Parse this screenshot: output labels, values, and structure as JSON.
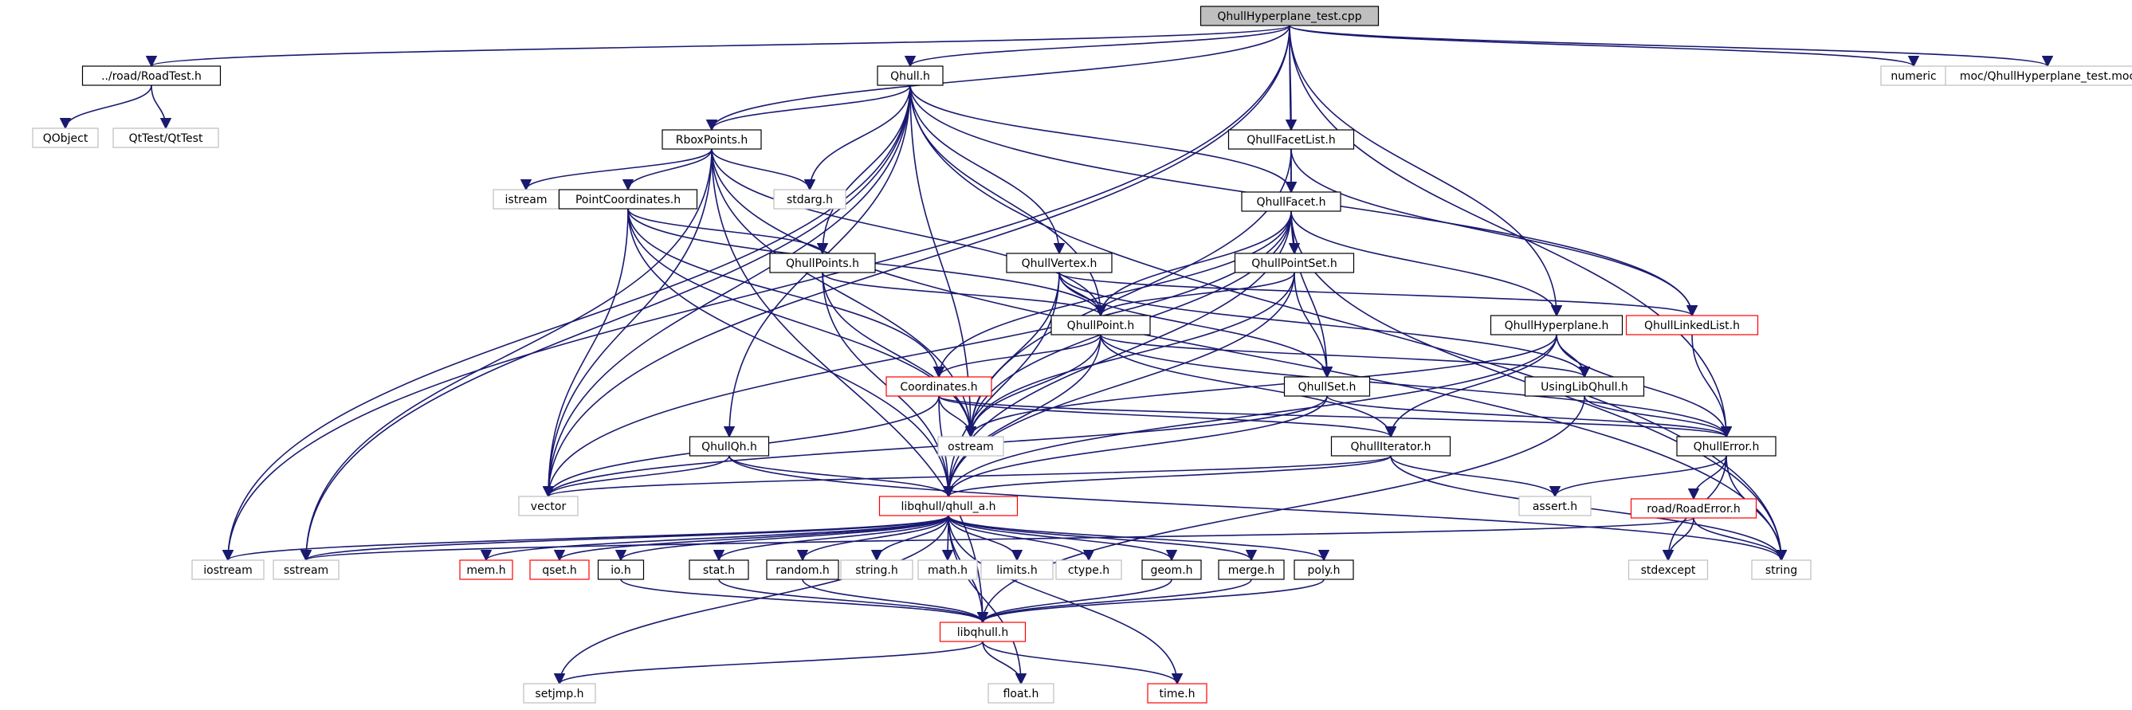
{
  "colors": {
    "background": "#ffffff",
    "edge": "#191970",
    "border_project": "#000000",
    "border_external": "#bfbfbf",
    "border_truncated": "#ff0000",
    "fill_root": "#bfbfbf",
    "fill_default": "#ffffff",
    "text": "#000000"
  },
  "nodes": [
    {
      "id": "root",
      "label": "QhullHyperplane_test.cpp",
      "kind": "root"
    },
    {
      "id": "roadtest",
      "label": "../road/RoadTest.h",
      "kind": "project"
    },
    {
      "id": "qobject",
      "label": "QObject",
      "kind": "external"
    },
    {
      "id": "qttest",
      "label": "QtTest/QtTest",
      "kind": "external"
    },
    {
      "id": "qhull_h",
      "label": "Qhull.h",
      "kind": "project"
    },
    {
      "id": "numeric",
      "label": "numeric",
      "kind": "external"
    },
    {
      "id": "moc",
      "label": "moc/QhullHyperplane_test.moc",
      "kind": "external"
    },
    {
      "id": "rboxpoints",
      "label": "RboxPoints.h",
      "kind": "project"
    },
    {
      "id": "qhullfacetlist",
      "label": "QhullFacetList.h",
      "kind": "project"
    },
    {
      "id": "istream",
      "label": "istream",
      "kind": "external"
    },
    {
      "id": "pointcoords",
      "label": "PointCoordinates.h",
      "kind": "project"
    },
    {
      "id": "stdarg",
      "label": "stdarg.h",
      "kind": "external"
    },
    {
      "id": "qhullfacet",
      "label": "QhullFacet.h",
      "kind": "project"
    },
    {
      "id": "qhullpoints",
      "label": "QhullPoints.h",
      "kind": "project"
    },
    {
      "id": "qhullvertex",
      "label": "QhullVertex.h",
      "kind": "project"
    },
    {
      "id": "qhullpointset",
      "label": "QhullPointSet.h",
      "kind": "project"
    },
    {
      "id": "qhullpoint",
      "label": "QhullPoint.h",
      "kind": "project"
    },
    {
      "id": "qhullhyperplane",
      "label": "QhullHyperplane.h",
      "kind": "project"
    },
    {
      "id": "qhulllinkedlist",
      "label": "QhullLinkedList.h",
      "kind": "truncated"
    },
    {
      "id": "coordinates",
      "label": "Coordinates.h",
      "kind": "truncated"
    },
    {
      "id": "usinglibqhull",
      "label": "UsingLibQhull.h",
      "kind": "project"
    },
    {
      "id": "qhullset",
      "label": "QhullSet.h",
      "kind": "project"
    },
    {
      "id": "qhullqh",
      "label": "QhullQh.h",
      "kind": "project"
    },
    {
      "id": "ostream",
      "label": "ostream",
      "kind": "external"
    },
    {
      "id": "qhulliterator",
      "label": "QhullIterator.h",
      "kind": "project"
    },
    {
      "id": "qhullerror",
      "label": "QhullError.h",
      "kind": "project"
    },
    {
      "id": "vector",
      "label": "vector",
      "kind": "external"
    },
    {
      "id": "qhull_a",
      "label": "libqhull/qhull_a.h",
      "kind": "truncated"
    },
    {
      "id": "asserth",
      "label": "assert.h",
      "kind": "external"
    },
    {
      "id": "roaderror",
      "label": "road/RoadError.h",
      "kind": "truncated"
    },
    {
      "id": "iostream",
      "label": "iostream",
      "kind": "external"
    },
    {
      "id": "sstream",
      "label": "sstream",
      "kind": "external"
    },
    {
      "id": "memh",
      "label": "mem.h",
      "kind": "truncated"
    },
    {
      "id": "qseth",
      "label": "qset.h",
      "kind": "truncated"
    },
    {
      "id": "ioh",
      "label": "io.h",
      "kind": "project"
    },
    {
      "id": "stath",
      "label": "stat.h",
      "kind": "project"
    },
    {
      "id": "randomh",
      "label": "random.h",
      "kind": "project"
    },
    {
      "id": "stringh",
      "label": "string.h",
      "kind": "external"
    },
    {
      "id": "mathh",
      "label": "math.h",
      "kind": "external"
    },
    {
      "id": "limitsh",
      "label": "limits.h",
      "kind": "external"
    },
    {
      "id": "ctypeh",
      "label": "ctype.h",
      "kind": "external"
    },
    {
      "id": "geomh",
      "label": "geom.h",
      "kind": "project"
    },
    {
      "id": "mergeh",
      "label": "merge.h",
      "kind": "project"
    },
    {
      "id": "polyh",
      "label": "poly.h",
      "kind": "project"
    },
    {
      "id": "stdexcept",
      "label": "stdexcept",
      "kind": "external"
    },
    {
      "id": "string",
      "label": "string",
      "kind": "external"
    },
    {
      "id": "libqhull",
      "label": "libqhull.h",
      "kind": "truncated"
    },
    {
      "id": "setjmp",
      "label": "setjmp.h",
      "kind": "external"
    },
    {
      "id": "floath",
      "label": "float.h",
      "kind": "external"
    },
    {
      "id": "timeh",
      "label": "time.h",
      "kind": "truncated"
    }
  ],
  "edges": [
    [
      "root",
      "roadtest"
    ],
    [
      "root",
      "qhull_h"
    ],
    [
      "root",
      "numeric"
    ],
    [
      "root",
      "moc"
    ],
    [
      "root",
      "rboxpoints"
    ],
    [
      "root",
      "qhullfacetlist"
    ],
    [
      "root",
      "qhullfacet"
    ],
    [
      "root",
      "qhullhyperplane"
    ],
    [
      "root",
      "qhullerror"
    ],
    [
      "root",
      "vector"
    ],
    [
      "root",
      "iostream"
    ],
    [
      "roadtest",
      "qobject"
    ],
    [
      "roadtest",
      "qttest"
    ],
    [
      "qhull_h",
      "rboxpoints"
    ],
    [
      "qhull_h",
      "stdarg"
    ],
    [
      "qhull_h",
      "qhullfacet"
    ],
    [
      "qhull_h",
      "qhullpoints"
    ],
    [
      "qhull_h",
      "qhullvertex"
    ],
    [
      "qhull_h",
      "qhullpoint"
    ],
    [
      "qhull_h",
      "qhullqh"
    ],
    [
      "qhull_h",
      "qhulllinkedlist"
    ],
    [
      "qhull_h",
      "ostream"
    ],
    [
      "qhull_h",
      "vector"
    ],
    [
      "qhull_h",
      "iostream"
    ],
    [
      "qhull_h",
      "sstream"
    ],
    [
      "qhull_h",
      "string"
    ],
    [
      "rboxpoints",
      "istream"
    ],
    [
      "rboxpoints",
      "pointcoords"
    ],
    [
      "rboxpoints",
      "stdarg"
    ],
    [
      "rboxpoints",
      "qhullpoint"
    ],
    [
      "rboxpoints",
      "ostream"
    ],
    [
      "rboxpoints",
      "vector"
    ],
    [
      "rboxpoints",
      "sstream"
    ],
    [
      "rboxpoints",
      "string"
    ],
    [
      "rboxpoints",
      "libqhull"
    ],
    [
      "qhullfacetlist",
      "qhullfacet"
    ],
    [
      "qhullfacetlist",
      "qhulllinkedlist"
    ],
    [
      "qhullfacetlist",
      "ostream"
    ],
    [
      "pointcoords",
      "qhullpoints"
    ],
    [
      "pointcoords",
      "coordinates"
    ],
    [
      "pointcoords",
      "qhullpoint"
    ],
    [
      "pointcoords",
      "ostream"
    ],
    [
      "pointcoords",
      "vector"
    ],
    [
      "pointcoords",
      "qhull_a"
    ],
    [
      "qhullfacet",
      "qhullpointset"
    ],
    [
      "qhullfacet",
      "qhullhyperplane"
    ],
    [
      "qhullfacet",
      "qhullpoint"
    ],
    [
      "qhullfacet",
      "qhullset"
    ],
    [
      "qhullfacet",
      "coordinates"
    ],
    [
      "qhullfacet",
      "ostream"
    ],
    [
      "qhullfacet",
      "qhull_a"
    ],
    [
      "qhullfacet",
      "vector"
    ],
    [
      "qhullfacet",
      "string"
    ],
    [
      "qhullpoints",
      "qhullpoint"
    ],
    [
      "qhullpoints",
      "ostream"
    ],
    [
      "qhullpoints",
      "qhull_a"
    ],
    [
      "qhullvertex",
      "qhullpoint"
    ],
    [
      "qhullvertex",
      "qhulllinkedlist"
    ],
    [
      "qhullvertex",
      "qhullset"
    ],
    [
      "qhullvertex",
      "usinglibqhull"
    ],
    [
      "qhullvertex",
      "ostream"
    ],
    [
      "qhullvertex",
      "qhull_a"
    ],
    [
      "qhullpointset",
      "qhullpoint"
    ],
    [
      "qhullpointset",
      "qhullset"
    ],
    [
      "qhullpointset",
      "ostream"
    ],
    [
      "qhullpointset",
      "qhull_a"
    ],
    [
      "qhullpoint",
      "coordinates"
    ],
    [
      "qhullpoint",
      "usinglibqhull"
    ],
    [
      "qhullpoint",
      "qhulliterator"
    ],
    [
      "qhullpoint",
      "qhullerror"
    ],
    [
      "qhullpoint",
      "ostream"
    ],
    [
      "qhullpoint",
      "qhull_a"
    ],
    [
      "qhullhyperplane",
      "usinglibqhull"
    ],
    [
      "qhullhyperplane",
      "qhulliterator"
    ],
    [
      "qhullhyperplane",
      "qhullerror"
    ],
    [
      "qhullhyperplane",
      "ostream"
    ],
    [
      "qhullhyperplane",
      "qhull_a"
    ],
    [
      "qhulllinkedlist",
      "qhullerror"
    ],
    [
      "coordinates",
      "qhulliterator"
    ],
    [
      "coordinates",
      "qhullerror"
    ],
    [
      "coordinates",
      "ostream"
    ],
    [
      "coordinates",
      "vector"
    ],
    [
      "coordinates",
      "qhull_a"
    ],
    [
      "usinglibqhull",
      "qhullerror"
    ],
    [
      "usinglibqhull",
      "libqhull"
    ],
    [
      "qhullset",
      "qhullerror"
    ],
    [
      "qhullset",
      "qhull_a"
    ],
    [
      "qhullset",
      "vector"
    ],
    [
      "qhullqh",
      "qhull_a"
    ],
    [
      "qhullqh",
      "vector"
    ],
    [
      "qhullqh",
      "string"
    ],
    [
      "qhulliterator",
      "asserth"
    ],
    [
      "qhulliterator",
      "qhull_a"
    ],
    [
      "qhulliterator",
      "vector"
    ],
    [
      "qhulliterator",
      "string"
    ],
    [
      "qhullerror",
      "asserth"
    ],
    [
      "qhullerror",
      "roaderror"
    ],
    [
      "qhullerror",
      "stdexcept"
    ],
    [
      "qhullerror",
      "string"
    ],
    [
      "roaderror",
      "stdexcept"
    ],
    [
      "roaderror",
      "string"
    ],
    [
      "roaderror",
      "sstream"
    ],
    [
      "qhull_a",
      "libqhull"
    ],
    [
      "qhull_a",
      "memh"
    ],
    [
      "qhull_a",
      "qseth"
    ],
    [
      "qhull_a",
      "ioh"
    ],
    [
      "qhull_a",
      "stath"
    ],
    [
      "qhull_a",
      "randomh"
    ],
    [
      "qhull_a",
      "stringh"
    ],
    [
      "qhull_a",
      "mathh"
    ],
    [
      "qhull_a",
      "limitsh"
    ],
    [
      "qhull_a",
      "ctypeh"
    ],
    [
      "qhull_a",
      "geomh"
    ],
    [
      "qhull_a",
      "mergeh"
    ],
    [
      "qhull_a",
      "polyh"
    ],
    [
      "qhull_a",
      "setjmp"
    ],
    [
      "qhull_a",
      "floath"
    ],
    [
      "qhull_a",
      "timeh"
    ],
    [
      "qhull_a",
      "iostream"
    ],
    [
      "qhull_a",
      "sstream"
    ],
    [
      "ioh",
      "libqhull"
    ],
    [
      "stath",
      "libqhull"
    ],
    [
      "randomh",
      "libqhull"
    ],
    [
      "geomh",
      "libqhull"
    ],
    [
      "mergeh",
      "libqhull"
    ],
    [
      "polyh",
      "libqhull"
    ],
    [
      "libqhull",
      "setjmp"
    ],
    [
      "libqhull",
      "floath"
    ],
    [
      "libqhull",
      "timeh"
    ]
  ]
}
